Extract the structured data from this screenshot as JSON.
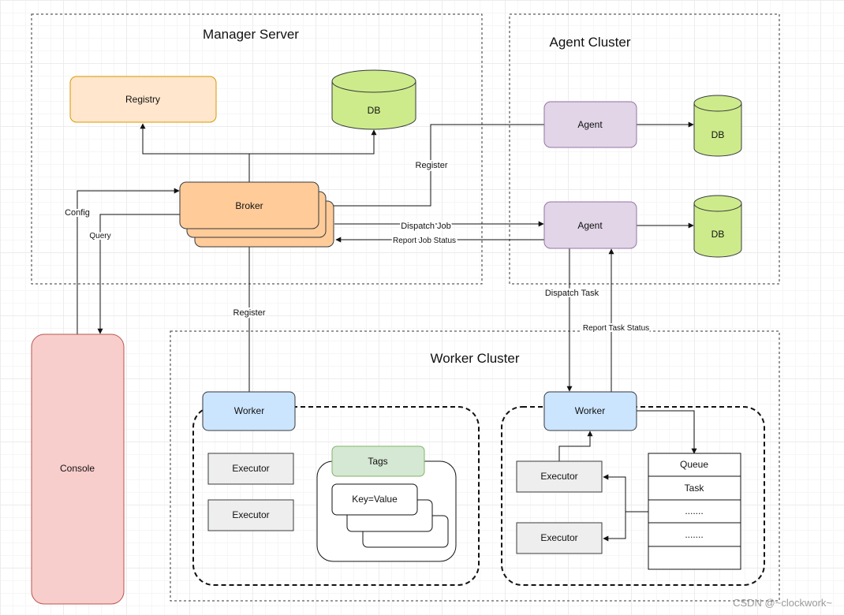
{
  "clusters": {
    "manager_server": "Manager Server",
    "agent_cluster": "Agent Cluster",
    "worker_cluster": "Worker Cluster"
  },
  "nodes": {
    "registry": "Registry",
    "manager_db": "DB",
    "broker": "Broker",
    "agent_top": "Agent",
    "agent_top_db": "DB",
    "agent_bottom": "Agent",
    "agent_bottom_db": "DB",
    "console": "Console",
    "worker_left": "Worker",
    "worker_right": "Worker",
    "executor_left_1": "Executor",
    "executor_left_2": "Executor",
    "tags": "Tags",
    "tag_entry": "Key=Value",
    "executor_right_1": "Executor",
    "executor_right_2": "Executor",
    "queue_rows": [
      "Queue",
      "Task",
      ".......",
      ".......",
      ""
    ]
  },
  "edges": {
    "config": "Config",
    "query": "Query",
    "register_agent": "Register",
    "dispatch_job": "Dispatch Job",
    "report_job_status": "Report Job Status",
    "register_worker": "Register",
    "dispatch_task": "Dispatch Task",
    "report_task_status": "Report Task Status"
  },
  "colors": {
    "registry": "#ffe6cc",
    "registry_stroke": "#d79b00",
    "db": "#cdeb8b",
    "db_stroke": "#36393d",
    "broker": "#ffcc99",
    "broker_stroke": "#36393d",
    "agent": "#e1d5e7",
    "agent_stroke": "#9673a6",
    "console": "#f8cecc",
    "console_stroke": "#b85450",
    "worker": "#cce5ff",
    "worker_stroke": "#36393d",
    "executor": "#eeeeee",
    "executor_stroke": "#36393d",
    "tags": "#d5e8d4",
    "tags_stroke": "#82b366"
  },
  "watermark": "CSDN @~clockwork~"
}
